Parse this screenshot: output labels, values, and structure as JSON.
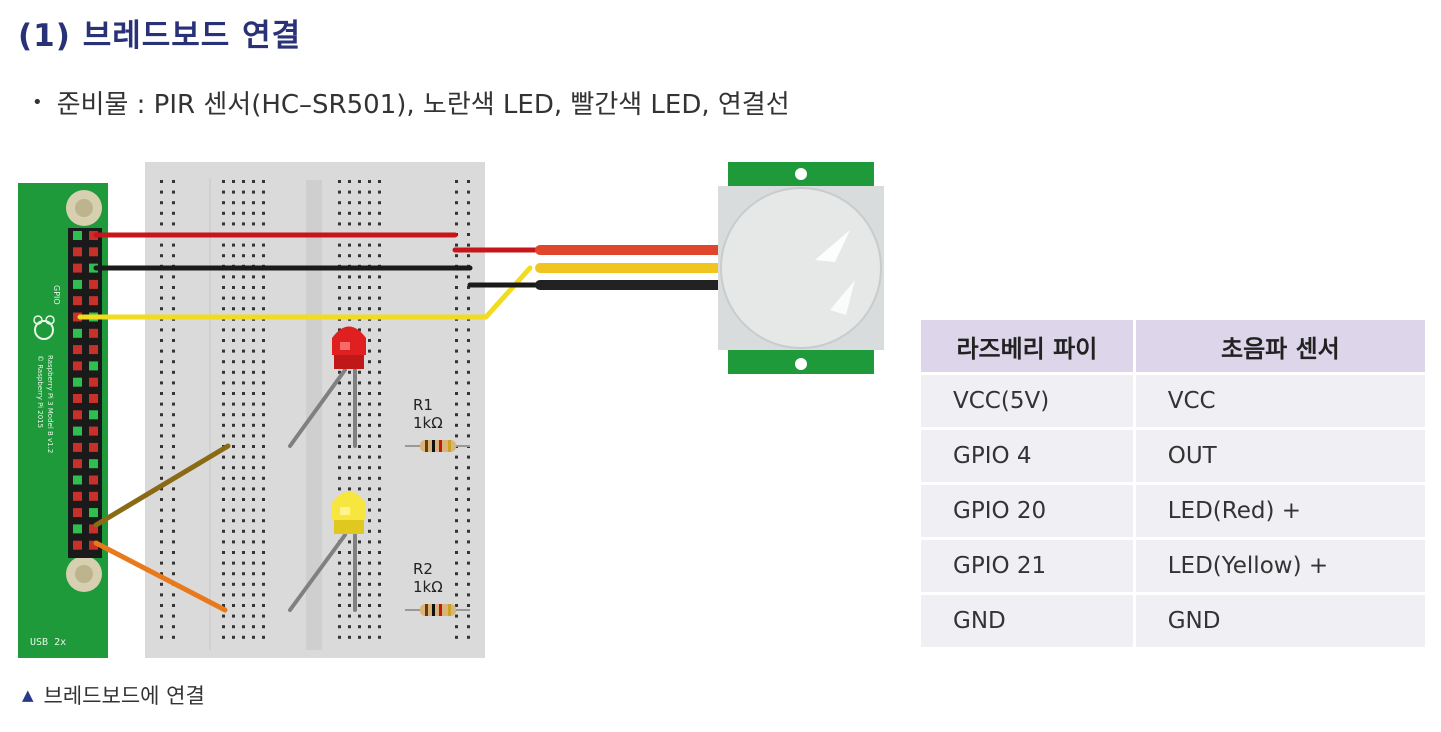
{
  "heading": "(1) 브레드보드 연결",
  "materials": {
    "bullet": "•",
    "text": "준비물 : PIR 센서(HC–SR501), 노란색 LED, 빨간색 LED, 연결선"
  },
  "diagram": {
    "r1_name": "R1",
    "r1_value": "1kΩ",
    "r2_name": "R2",
    "r2_value": "1kΩ",
    "pi_label_1": "Raspberry Pi 3 Model B v1.2",
    "pi_label_2": "© Raspberry Pi 2015",
    "usb_label": "USB 2x",
    "gpio_label": "GPIO",
    "wire_colors": {
      "vcc": "#c8141b",
      "gnd": "#1a1a1a",
      "signal": "#f2dc1f",
      "gpio20": "#8a6a14",
      "gpio21": "#e87a1c"
    }
  },
  "caption": {
    "marker": "▲",
    "text": "브레드보드에 연결"
  },
  "table": {
    "headers": [
      "라즈베리 파이",
      "초음파 센서"
    ],
    "rows": [
      [
        "VCC(5V)",
        "VCC"
      ],
      [
        "GPIO 4",
        "OUT"
      ],
      [
        "GPIO 20",
        "LED(Red) +"
      ],
      [
        "GPIO 21",
        "LED(Yellow) +"
      ],
      [
        "GND",
        "GND"
      ]
    ]
  }
}
